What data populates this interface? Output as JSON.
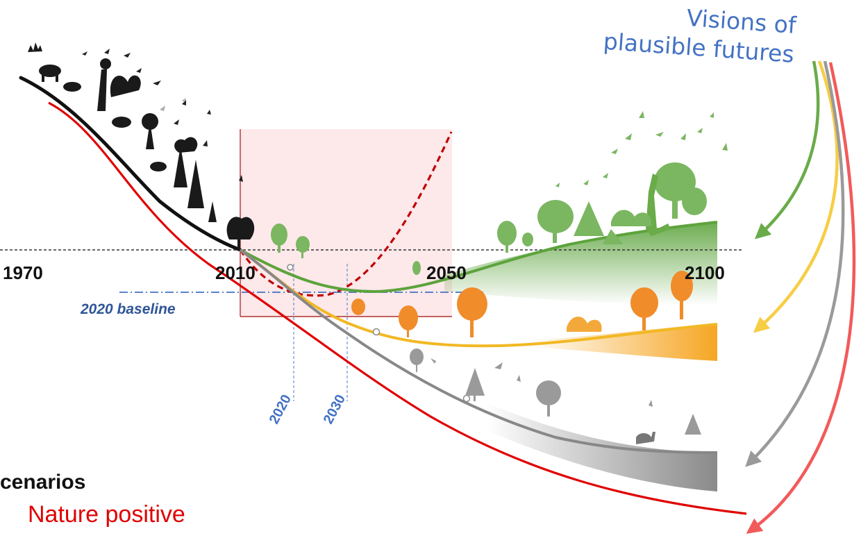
{
  "title_lines": [
    "Visions of",
    "plausible futures"
  ],
  "years": {
    "y1970": "1970",
    "y2010": "2010",
    "y2050": "2050",
    "y2100": "2100"
  },
  "baseline_label": "2020 baseline",
  "tick_years": {
    "t2020": "2020",
    "t2030": "2030"
  },
  "scenarios_heading": "cenarios",
  "nature_positive": "Nature positive",
  "colors": {
    "green": "#6aab4a",
    "yellow": "#f5c02a",
    "gray": "#8c8c8c",
    "red": "#e00000",
    "light_red_arrow": "#f25a5a",
    "blue": "#4472c4",
    "pink_box": "#fde4e6"
  },
  "icons": [
    "wildlife-silhouettes-icon",
    "tree-icon",
    "bird-icon",
    "giraffe-icon",
    "camel-icon",
    "deer-icon"
  ]
}
